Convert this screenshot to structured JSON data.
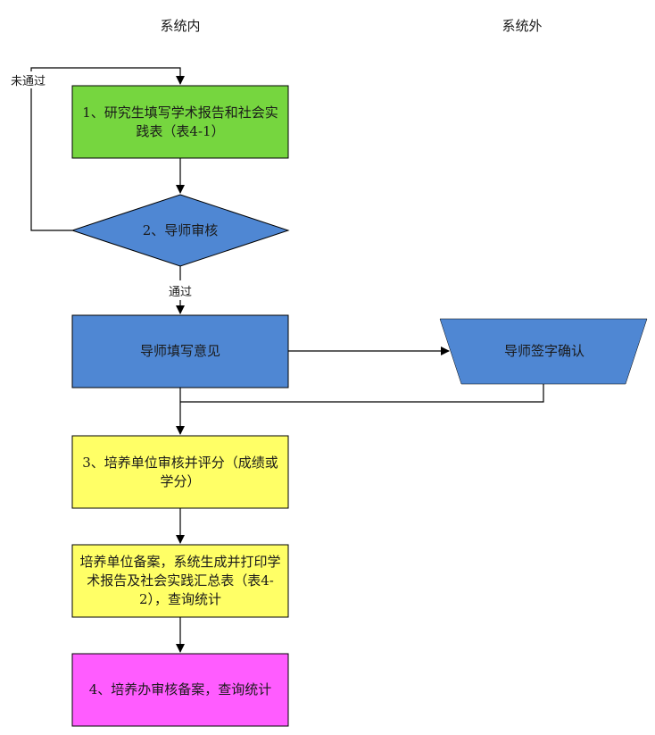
{
  "lanes": {
    "inside": "系统内",
    "outside": "系统外"
  },
  "nodes": {
    "step1": {
      "text": "1、研究生填写学术报告和社会实践表（表4-1）",
      "color": "#76d63f"
    },
    "step2": {
      "text": "2、导师审核",
      "color": "#4f87d3"
    },
    "opinion": {
      "text": "导师填写意见",
      "color": "#4f87d3"
    },
    "sign": {
      "text": "导师签字确认",
      "color": "#4f87d3"
    },
    "step3": {
      "text": "3、培养单位审核并评分（成绩或学分）",
      "color": "#ffff66"
    },
    "record": {
      "text": "培养单位备案，系统生成并打印学术报告及社会实践汇总表（表4-2），查询统计",
      "color": "#ffff66"
    },
    "step4": {
      "text": "4、培养办审核备案，查询统计",
      "color": "#ff5cff"
    }
  },
  "edge_labels": {
    "rejected": "未通过",
    "passed": "通过"
  }
}
